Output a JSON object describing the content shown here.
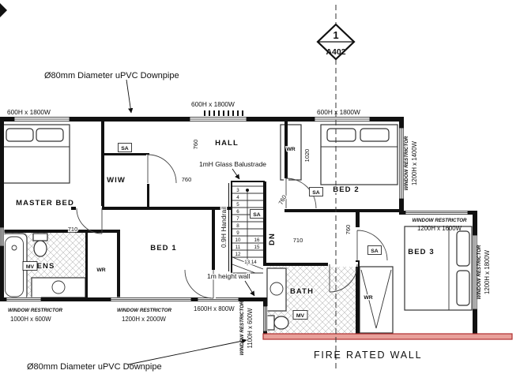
{
  "marker": {
    "number": "1",
    "sheet": "A402"
  },
  "annotations": {
    "downpipe_top": "Ø80mm Diameter uPVC Downpipe",
    "downpipe_bottom": "Ø80mm Diameter uPVC Downpipe",
    "balustrade": "1mH Glass Balustrade",
    "handrail": "0.9H Handrail",
    "height_wall": "1m height wall",
    "fire_wall": "FIRE RATED WALL",
    "down": "DN"
  },
  "rooms": {
    "master": "MASTER BED",
    "wiw": "WIW",
    "hall": "HALL",
    "bed1": "BED 1",
    "bed2": "BED 2",
    "bed3": "BED 3",
    "ens": "ENS",
    "bath": "BATH"
  },
  "tags": {
    "sa": "SA",
    "wr": "WR",
    "mv": "MV"
  },
  "dims": {
    "d760": "760",
    "d1020": "1020",
    "d710": "710"
  },
  "windows": {
    "top_left": "600H x 1800W",
    "top_mid": "600H x 1800W",
    "top_right": "600H x 1800W",
    "restrictor": "WINDOW RESTRICTOR",
    "right_top": "1200H x 1400W",
    "right_mid": "1200H x 1600W",
    "right_bottom": "1200H x 1800W",
    "bottom_left": "1000H x 600W",
    "bottom_mid": "1200H x 2000W",
    "bottom_small": "1600H x 800W",
    "bath_side": "1100H x 600W"
  },
  "stairs": {
    "run": [
      "3",
      "4",
      "5",
      "6",
      "7",
      "8",
      "9",
      "10",
      "11",
      "12"
    ],
    "w16": "16",
    "w15": "15",
    "w1314": "13 14"
  },
  "colors": {
    "fire_wall_fill": "#e8a09a",
    "fire_wall_stroke": "#b03030",
    "ink": "#111111"
  }
}
